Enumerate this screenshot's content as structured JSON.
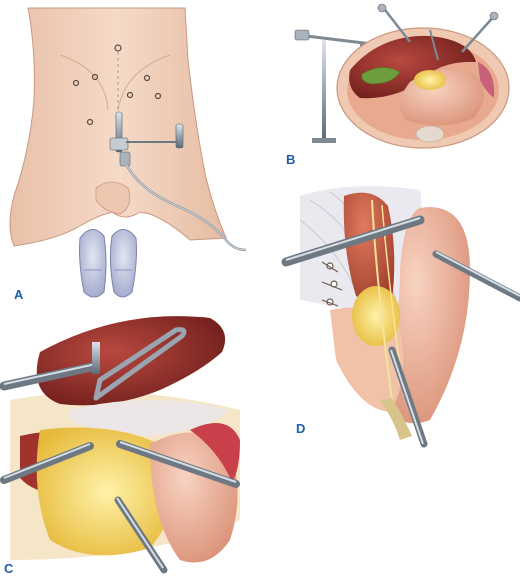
{
  "panels": [
    {
      "label": "A"
    },
    {
      "label": "B"
    },
    {
      "label": "C"
    },
    {
      "label": "D"
    }
  ],
  "colors": {
    "label": "#1f5fa8",
    "skin": "#f2d2bd",
    "skin_shadow": "#e0b49a",
    "liver": "#8e2a26",
    "liver_light": "#b24a3e",
    "stomach": "#f1b8a1",
    "fat": "#f2d35a",
    "gallbladder": "#6e9d3b",
    "instrument": "#8f9aa6",
    "instrument_light": "#c7ced6",
    "foot_pad": "#b9bfd9",
    "omentum": "#e9e9ef",
    "esophagus_muscle": "#c56048"
  },
  "icons": [
    "trocar-icon",
    "retractor-icon",
    "grasper-icon",
    "suture-icon"
  ]
}
